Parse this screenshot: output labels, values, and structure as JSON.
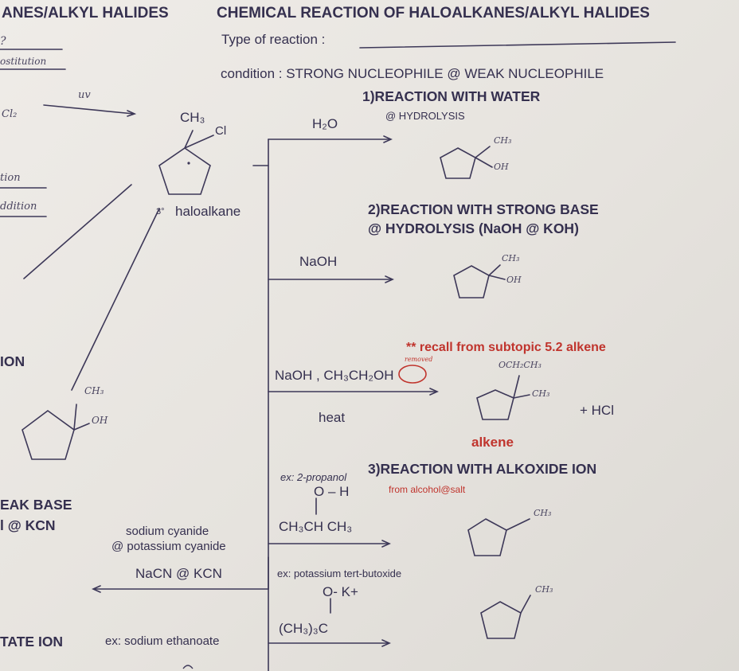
{
  "left_header": "ANES/ALKYL HALIDES",
  "main_title": "CHEMICAL REACTION OF HALOALKANES/ALKYL HALIDES",
  "type_of_reaction_label": "Type of reaction :",
  "condition_text": "condition : STRONG NUCLEOPHILE @ WEAK NUCLEOPHILE",
  "left_margin": {
    "q": "?",
    "substitution": "ostitution",
    "uv": "uv",
    "cl2": "Cl₂",
    "tion": "tion",
    "addition": "ddition",
    "ion_header": "ION",
    "weak_base": "EAK BASE",
    "at_kcn": "l @ KCN",
    "tate_ion": "TATE ION"
  },
  "reactant": {
    "ch3": "CH₃",
    "cl": "Cl",
    "label_sup": "3°",
    "label": "haloalkane"
  },
  "reactions": {
    "r1": {
      "title": "1)REACTION WITH WATER",
      "reagent": "H₂O",
      "note": "@ HYDROLYSIS",
      "product_ch3": "CH₃",
      "product_oh": "OH"
    },
    "r2": {
      "title": "2)REACTION WITH STRONG BASE",
      "subtitle": "@ HYDROLYSIS (NaOH @ KOH)",
      "reagent": "NaOH",
      "product_ch3": "CH₃",
      "product_oh": "OH"
    },
    "r2b": {
      "recall": "** recall from subtopic 5.2 alkene",
      "removed": "removed",
      "reagent": "NaOH , CH₃CH₂OH",
      "heat": "heat",
      "product_sub": "OCH₂CH₃",
      "product_ch3": "CH₃",
      "plus_hcl": "+ HCl",
      "alkene": "alkene"
    },
    "r3": {
      "title": "3)REACTION WITH ALKOXIDE ION",
      "from": "from alcohol@salt",
      "ex1": "ex: 2-propanol",
      "oh_group": "O – H",
      "chain": "CH₃CH CH₃",
      "ex2": "ex: potassium tert-butoxide",
      "ok_group": "O-  K+",
      "tbu": "(CH₃)₃C",
      "product1_ch3": "CH₃",
      "product2_ch3": "CH₃"
    },
    "left_branch": {
      "ch3": "CH₃",
      "oh": "OH",
      "sodium_cyanide": "sodium cyanide",
      "potassium_cyanide": "@ potassium cyanide",
      "reagent": "NaCN @ KCN",
      "ex_ethanoate": "ex: sodium ethanoate"
    }
  }
}
